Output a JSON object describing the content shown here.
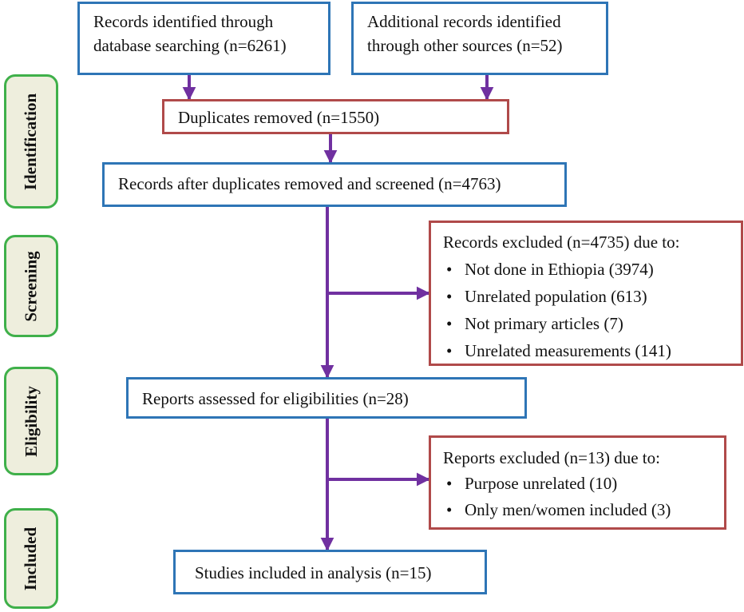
{
  "stages": [
    {
      "id": "identification",
      "label": "Identification"
    },
    {
      "id": "screening",
      "label": "Screening"
    },
    {
      "id": "eligibility",
      "label": "Eligibility"
    },
    {
      "id": "included",
      "label": "Included"
    }
  ],
  "boxes": {
    "database_search": {
      "line1": "Records identified through",
      "line2": "database searching (n=6261)"
    },
    "other_sources": {
      "line1": "Additional records identified",
      "line2": "through other sources (n=52)"
    },
    "duplicates": {
      "text": "Duplicates removed (n=1550)"
    },
    "after_duplicates": {
      "text": "Records after duplicates removed and screened (n=4763)"
    },
    "records_excluded": {
      "title": "Records excluded (n=4735) due to:",
      "items": [
        "Not done in Ethiopia (3974)",
        "Unrelated population (613)",
        "Not primary articles (7)",
        "Unrelated measurements (141)"
      ]
    },
    "eligibility": {
      "text": "Reports assessed for eligibilities (n=28)"
    },
    "reports_excluded": {
      "title": "Reports excluded (n=13) due to:",
      "items": [
        "Purpose unrelated (10)",
        "Only men/women included (3)"
      ]
    },
    "included": {
      "text": "Studies included in analysis (n=15)"
    }
  },
  "colors": {
    "arrow": "#7030a0",
    "process_border": "#2e75b6",
    "exclusion_border": "#b04a4a",
    "stage_border": "#3fb04a",
    "stage_fill": "#eeeedd"
  }
}
